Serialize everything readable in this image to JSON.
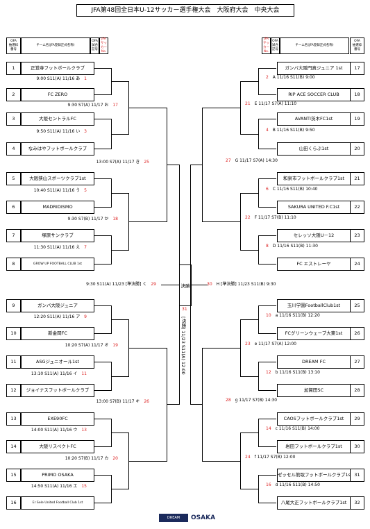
{
  "title": "JFA第48回全日本U-12サッカー選手権大会　大阪府大会　中央大会",
  "headers": {
    "draw_no": "OFA\n抽選枠\n番号",
    "team_name": "チーム名(JFA登録正式名称)",
    "match_no": "OFA\n試合\n記号",
    "match_red": "JFA\nサッカー\nNo."
  },
  "teams_left": [
    {
      "no": "1",
      "name": "正覚寺フットボールクラブ"
    },
    {
      "no": "2",
      "name": "FC ZERO"
    },
    {
      "no": "3",
      "name": "大阪セントラルFC"
    },
    {
      "no": "4",
      "name": "なみはやフットボールクラブ"
    },
    {
      "no": "5",
      "name": "大阪狭山スポーツクラブ1st"
    },
    {
      "no": "6",
      "name": "MADRIDISMO"
    },
    {
      "no": "7",
      "name": "塚原サンクラブ"
    },
    {
      "no": "8",
      "name": "GROW UP FOOTBALL CLUB 1st"
    },
    {
      "no": "9",
      "name": "ガンバ大阪ジュニア"
    },
    {
      "no": "10",
      "name": "新金岡FC"
    },
    {
      "no": "11",
      "name": "ASGジュニオール1st"
    },
    {
      "no": "12",
      "name": "ジョイナスフットボールクラブ"
    },
    {
      "no": "13",
      "name": "EXE90FC"
    },
    {
      "no": "14",
      "name": "大阪リスペクトFC"
    },
    {
      "no": "15",
      "name": "PRIMO OSAKA"
    },
    {
      "no": "16",
      "name": "Er Sele United Football Club 1st"
    }
  ],
  "teams_right": [
    {
      "no": "17",
      "name": "ガンバ大阪門真ジュニア 1st"
    },
    {
      "no": "18",
      "name": "RIP ACE SOCCER CLUB"
    },
    {
      "no": "19",
      "name": "AVANTI茨木FC1st"
    },
    {
      "no": "20",
      "name": "山田くらぶ1st"
    },
    {
      "no": "21",
      "name": "和泉市フットボールクラブ1st"
    },
    {
      "no": "22",
      "name": "SAKURA UNITED F.C1st"
    },
    {
      "no": "23",
      "name": "セレッソ大阪U－12"
    },
    {
      "no": "24",
      "name": "FC エストレーヤ"
    },
    {
      "no": "25",
      "name": "玉川学園FootballClub1st"
    },
    {
      "no": "26",
      "name": "FCグリーンウェーブ大東1st"
    },
    {
      "no": "27",
      "name": "DREAM FC"
    },
    {
      "no": "28",
      "name": "加賀田SC"
    },
    {
      "no": "29",
      "name": "CAOSフットボールクラブ1st"
    },
    {
      "no": "30",
      "name": "岩田フットボールクラブ1st"
    },
    {
      "no": "31",
      "name": "ゼッセル熊取フットボールクラブ1st"
    },
    {
      "no": "32",
      "name": "八尾大正フットボールクラブ1st"
    }
  ],
  "matches_left": [
    {
      "info": "9:00 S11(A) 11/16 あ",
      "no": "1"
    },
    {
      "info": "9:50 S11(A) 11/16 い",
      "no": "3"
    },
    {
      "info": "9:30 S7(A) 11/17 お",
      "no": "17"
    },
    {
      "info": "10:40 S11(A) 11/16 う",
      "no": "5"
    },
    {
      "info": "11:30 S11(A) 11/16 え",
      "no": "7"
    },
    {
      "info": "9:30 S7(B) 11/17 か",
      "no": "18"
    },
    {
      "info": "13:00 S7(A) 11/17 き",
      "no": "25"
    },
    {
      "info": "12:20 S11(A) 11/16 ア",
      "no": "9"
    },
    {
      "info": "13:10 S11(A) 11/16 イ",
      "no": "11"
    },
    {
      "info": "10:20 S7(A) 11/17 オ",
      "no": "19"
    },
    {
      "info": "14:00 S11(A) 11/16 ウ",
      "no": "13"
    },
    {
      "info": "14:50 S11(A) 11/16 エ",
      "no": "15"
    },
    {
      "info": "10:20 S7(B) 11/17 カ",
      "no": "20"
    },
    {
      "info": "13:00 S7(B) 11/17 キ",
      "no": "26"
    },
    {
      "info": "9:30 S11(A) 11/23 [準決勝] く",
      "no": "29"
    }
  ],
  "matches_right": [
    {
      "no": "2",
      "info": "A 11/16 S11(B) 9:00"
    },
    {
      "no": "4",
      "info": "B 11/16 S11(B) 9:50"
    },
    {
      "no": "21",
      "info": "E 11/17 S7(A) 11:10"
    },
    {
      "no": "6",
      "info": "C 11/16 S11(B) 10:40"
    },
    {
      "no": "8",
      "info": "D 11/16 S11(B) 11:30"
    },
    {
      "no": "22",
      "info": "F 11/17 S7(B) 11:10"
    },
    {
      "no": "27",
      "info": "G 11/17 S7(A) 14:30"
    },
    {
      "no": "10",
      "info": "a 11/16 S11(B) 12:20"
    },
    {
      "no": "12",
      "info": "b 11/16 S11(B) 13:10"
    },
    {
      "no": "23",
      "info": "e 11/17 S7(A) 12:00"
    },
    {
      "no": "14",
      "info": "c 11/16 S11(B) 14:00"
    },
    {
      "no": "16",
      "info": "d 11/16 S11(B) 14:50"
    },
    {
      "no": "24",
      "info": "f 11/17 S7(B) 12:00"
    },
    {
      "no": "28",
      "info": "g 11/17 S7(B) 14:30"
    },
    {
      "no": "30",
      "info": "H [準決勝] 11/23 S11(B) 9:30"
    }
  ],
  "final": {
    "label": "決勝",
    "no": "31",
    "info": "[決勝] 11/23 S11(A) 12:00"
  },
  "logos": {
    "dream": "DREAM",
    "osaka": "OSAKA"
  }
}
